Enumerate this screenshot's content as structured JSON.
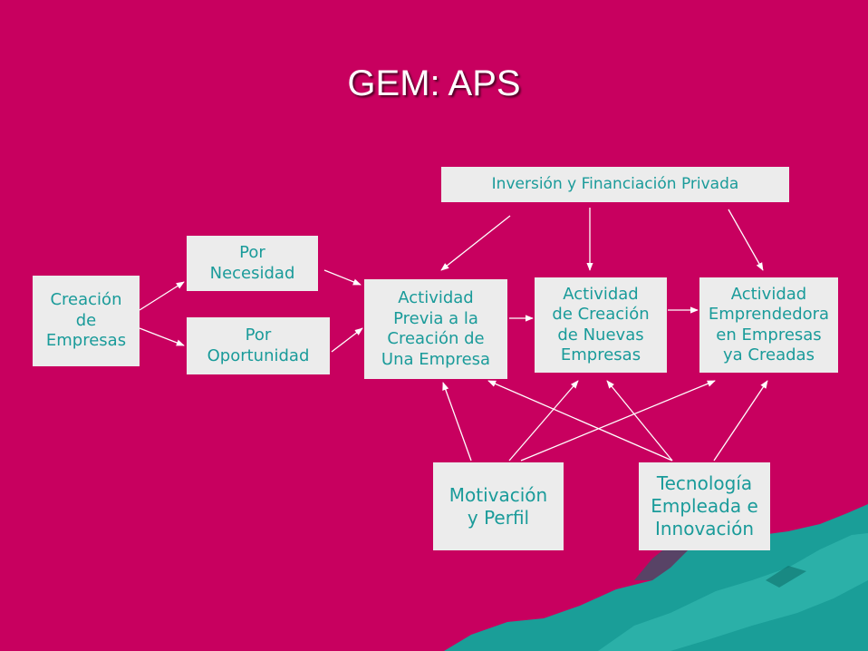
{
  "slide": {
    "title": "GEM: APS",
    "background_color": "#c8005f",
    "box_color": "#ececec",
    "text_color": "#1a9b9a",
    "decoration_color": "#1a9e98"
  },
  "boxes": {
    "inversion": {
      "line1": "Inversión y Financiación Privada"
    },
    "necesidad": {
      "line1": "Por",
      "line2": "Necesidad"
    },
    "oportunidad": {
      "line1": "Por",
      "line2": "Oportunidad"
    },
    "creacion": {
      "line1": "Creación",
      "line2": "de",
      "line3": "Empresas"
    },
    "previa": {
      "line1": "Actividad",
      "line2": "Previa a la",
      "line3": "Creación de",
      "line4": "Una Empresa"
    },
    "nuevas": {
      "line1": "Actividad",
      "line2": "de Creación",
      "line3": "de Nuevas",
      "line4": "Empresas"
    },
    "emprendedora": {
      "line1": "Actividad",
      "line2": "Emprendedora",
      "line3": "en Empresas",
      "line4": "ya Creadas"
    },
    "motivacion": {
      "line1": "Motivación",
      "line2": "y Perfil"
    },
    "tecnologia": {
      "line1": "Tecnología",
      "line2": "Empleada e",
      "line3": "Innovación"
    }
  }
}
